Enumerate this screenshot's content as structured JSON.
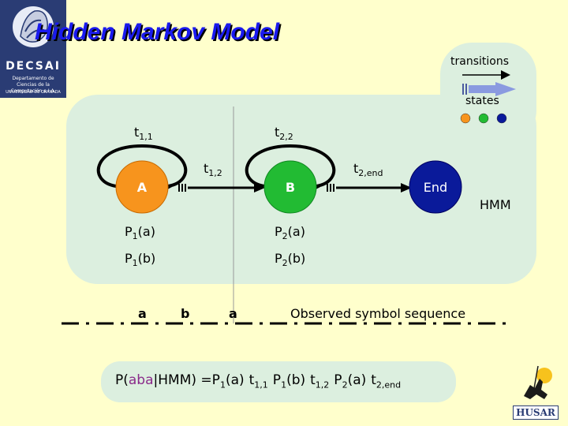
{
  "title": "Hidden Markov Model",
  "logo": {
    "name": "DECSAI",
    "subtitle": "Departamento de Ciencias de la Computación e I.A.",
    "university": "UNIVERSIDAD DE GRANADA"
  },
  "legend": {
    "transitions_label": "transitions",
    "states_label": "states",
    "dot_colors": [
      "#f7941d",
      "#22bb33",
      "#0a1a9a"
    ]
  },
  "transitions": {
    "t11": {
      "sym": "t",
      "sub": "1,1"
    },
    "t22": {
      "sym": "t",
      "sub": "2,2"
    },
    "t12": {
      "sym": "t",
      "sub": "1,2"
    },
    "t2end": {
      "sym": "t",
      "sub": "2,end"
    }
  },
  "states": {
    "a": "A",
    "b": "B",
    "end": "End"
  },
  "hmm_label": "HMM",
  "emissions": {
    "p1a": {
      "sym": "P",
      "sub": "1",
      "arg": "(a)"
    },
    "p2a": {
      "sym": "P",
      "sub": "2",
      "arg": "(a)"
    },
    "p1b": {
      "sym": "P",
      "sub": "1",
      "arg": "(b)"
    },
    "p2b": {
      "sym": "P",
      "sub": "2",
      "arg": "(b)"
    }
  },
  "observed": {
    "symbols": [
      "a",
      "b",
      "a"
    ],
    "caption": "Observed symbol sequence"
  },
  "formula": {
    "lhs_open": "P(",
    "lhs_sym": "aba",
    "lhs_close": "|HMM) =",
    "terms": [
      {
        "sym": "P",
        "sub": "1",
        "arg": "(a)"
      },
      {
        "sym": "t",
        "sub": "1,1",
        "arg": ""
      },
      {
        "sym": "P",
        "sub": "1",
        "arg": "(b)"
      },
      {
        "sym": "t",
        "sub": "1,2",
        "arg": ""
      },
      {
        "sym": "P",
        "sub": "2",
        "arg": "(a)"
      },
      {
        "sym": "t",
        "sub": "2,end",
        "arg": ""
      }
    ]
  },
  "logo_right": {
    "name": "HUSAR"
  }
}
